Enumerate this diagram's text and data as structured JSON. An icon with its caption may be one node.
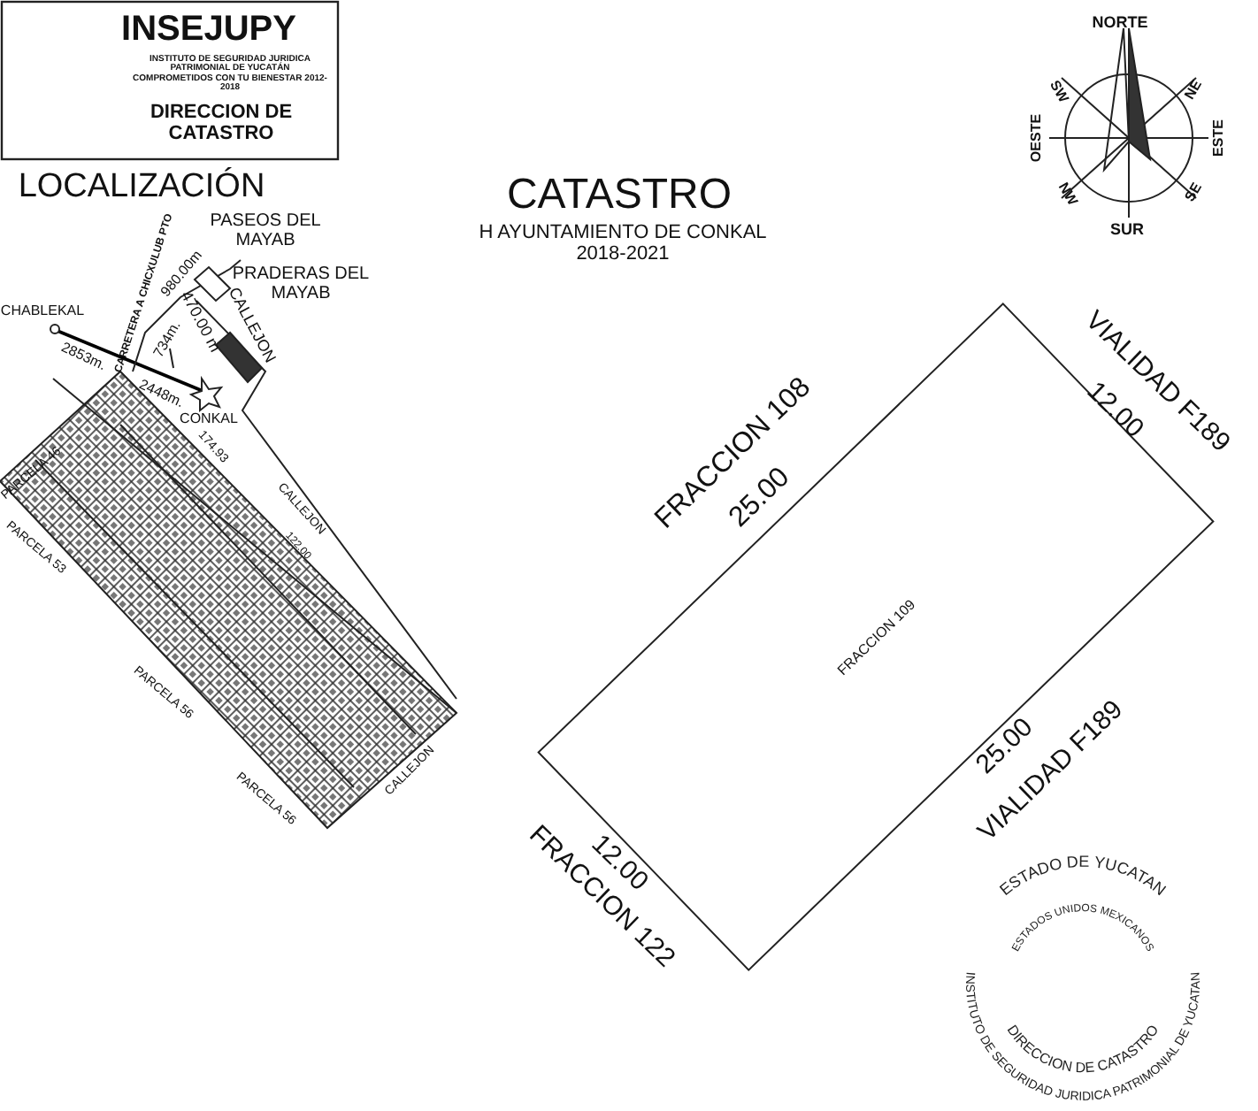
{
  "diagram": {
    "nodes": [
      {
        "text": [
          "FRACCION 109"
        ]
      }
    ],
    "labels": [
      "INSEJUPY",
      "INSTITUTO DE SEGURIDAD JURIDICA PATRIMONIAL DE YUCATÁN COMPROMETIDOS CON TU BIENESTAR 2012-2018",
      "DIRECCION DE CATASTRO",
      "CATASTRO",
      "H AYUNTAMIENTO DE CONKAL 2018-2021",
      "NORTE",
      "SW",
      "NE",
      "OESTE",
      "ESTE",
      "NW",
      "SE",
      "SUR",
      "LOCALIZACIÓN",
      "PASEOS DEL MAYAB",
      "CARRETERA A CHICXULUB PTO",
      "PRADERAS DEL MAYAB",
      "980.00m",
      "734m.",
      "470.00 m",
      "CALLEJON",
      "CHABLEKAL",
      "2853m.",
      "2448m.",
      "CONKAL",
      "PARCELA 46",
      "174.93",
      "CALLEJON",
      "122.00",
      "PARCELA 53",
      "PARCELA 56",
      "PARCELA 56",
      "CALLEJON",
      "FRACCION 108",
      "25.00",
      "VIALIDAD F189",
      "12.00",
      "25.00",
      "VIALIDAD F189",
      "12.00",
      "FRACCION 122",
      "ESTADO DE YUCATAN",
      "INSTITUTO DE SEGURIDAD JURIDICA PATRIMONIAL DE YUCATAN",
      "ESTADOS UNIDOS MEXICANOS",
      "DIRECCION DE CATASTRO"
    ]
  }
}
